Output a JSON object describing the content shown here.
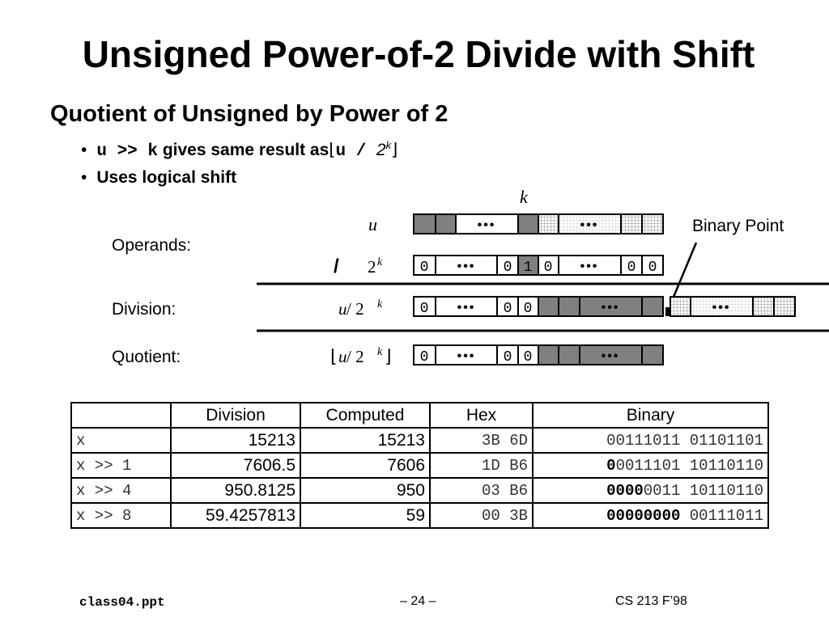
{
  "title": "Unsigned Power-of-2 Divide with Shift",
  "subtitle": "Quotient of Unsigned by Power of 2",
  "bullets": {
    "b1": {
      "code": "u >> k",
      "text": "gives same result as",
      "floor_left": "⌊",
      "expr_code": "u / ",
      "expr_base": "2",
      "expr_exp": "k",
      "floor_right": "⌋"
    },
    "b2": {
      "text": "Uses logical shift"
    }
  },
  "diagram": {
    "k_label": "k",
    "u_label": "u",
    "operands_label": "Operands:",
    "divide_symbol": "/",
    "pow_base": "2",
    "pow_exp": "k",
    "division_label": "Division:",
    "division_expr_u": "u",
    "division_expr_op": " / 2",
    "quotient_label": "Quotient:",
    "quotient_expr_left": "⌊",
    "quotient_expr_u": "u",
    "quotient_expr_op": " / 2",
    "quotient_expr_right": "⌋",
    "binary_point_label": "Binary Point",
    "ellipsis": "•••",
    "zero": "0",
    "one": "1",
    "colors": {
      "gray": "#808080",
      "light_gray": "#a0a0a0",
      "grid": "#e0e0e0"
    }
  },
  "table": {
    "headers": [
      "",
      "Division",
      "Computed",
      "Hex",
      "Binary"
    ],
    "rows": [
      {
        "label": "x",
        "division": "15213",
        "computed": "15213",
        "hex": "3B 6D",
        "binary_bold": "",
        "binary_rest": "00111011 01101101"
      },
      {
        "label": "x >> 1",
        "division": "7606.5",
        "computed": "7606",
        "hex": "1D B6",
        "binary_bold": "0",
        "binary_rest": "0011101 10110110"
      },
      {
        "label": "x >> 4",
        "division": "950.8125",
        "computed": "950",
        "hex": "03 B6",
        "binary_bold": "0000",
        "binary_rest": "0011 10110110"
      },
      {
        "label": "x >> 8",
        "division": "59.4257813",
        "computed": "59",
        "hex": "00 3B",
        "binary_bold": "00000000",
        "binary_rest": " 00111011"
      }
    ]
  },
  "footer": {
    "left": "class04.ppt",
    "middle": "– 24 –",
    "right": "CS 213 F’98"
  }
}
